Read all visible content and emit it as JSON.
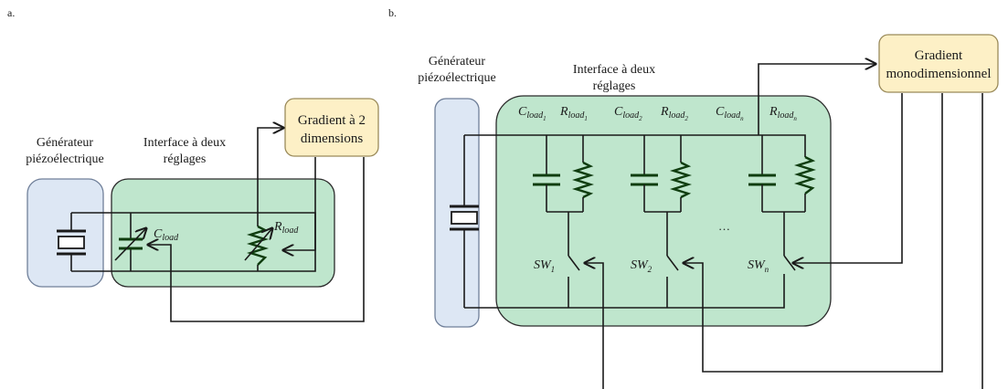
{
  "panel_a": {
    "tag": "a.",
    "generator_label": [
      "Générateur",
      "piézoélectrique"
    ],
    "interface_label": [
      "Interface à deux",
      "réglages"
    ],
    "gradient_label": [
      "Gradient à 2",
      "dimensions"
    ],
    "c_load": {
      "base": "C",
      "sub": "load"
    },
    "r_load": {
      "base": "R",
      "sub": "load"
    }
  },
  "panel_b": {
    "tag": "b.",
    "generator_label": [
      "Générateur",
      "piézoélectrique"
    ],
    "interface_label": [
      "Interface à deux",
      "réglages"
    ],
    "gradient_label": [
      "Gradient",
      "monodimensionnel"
    ],
    "components": [
      {
        "c_base": "C",
        "c_sub": "load",
        "c_idx": "1",
        "r_base": "R",
        "r_sub": "load",
        "r_idx": "1",
        "sw_base": "SW",
        "sw_idx": "1"
      },
      {
        "c_base": "C",
        "c_sub": "load",
        "c_idx": "2",
        "r_base": "R",
        "r_sub": "load",
        "r_idx": "2",
        "sw_base": "SW",
        "sw_idx": "2"
      },
      {
        "c_base": "C",
        "c_sub": "load",
        "c_idx": "n",
        "r_base": "R",
        "r_sub": "load",
        "r_idx": "n",
        "sw_base": "SW",
        "sw_idx": "n"
      }
    ],
    "ellipsis": "…"
  },
  "colors": {
    "generator_fill": "#dde7f4",
    "interface_fill": "#bfe6cd",
    "gradient_fill": "#fdf0c6",
    "component_stroke": "#0f3d0f"
  }
}
